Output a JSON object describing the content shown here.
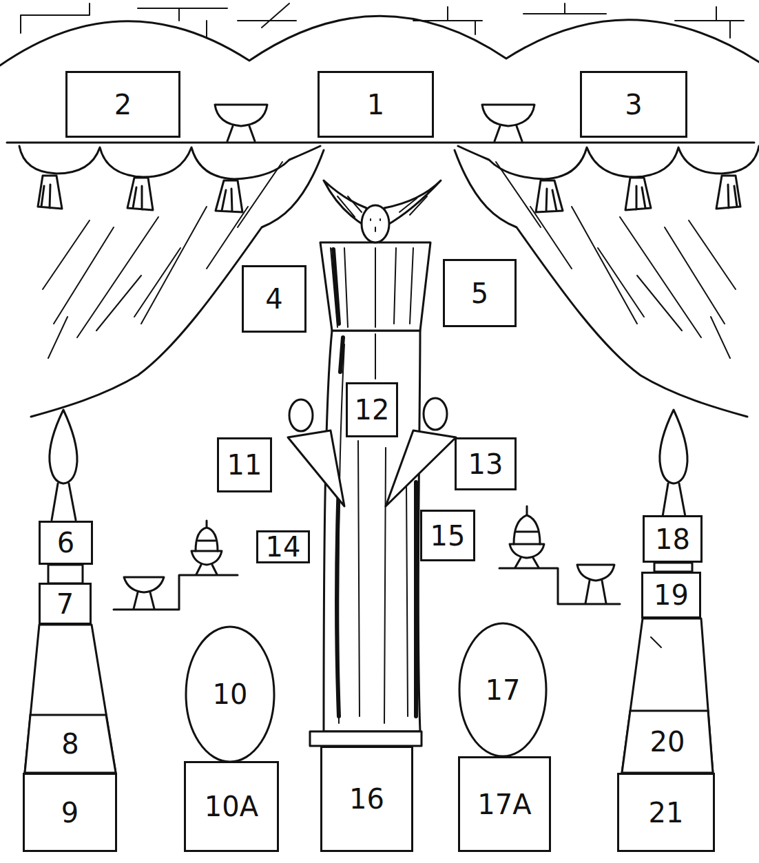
{
  "diagram": {
    "nodes": [
      {
        "text": [
          "1"
        ]
      },
      {
        "text": [
          "2"
        ]
      },
      {
        "text": [
          "3"
        ]
      },
      {
        "text": [
          "4"
        ]
      },
      {
        "text": [
          "5"
        ]
      },
      {
        "text": [
          "6"
        ]
      },
      {
        "text": [
          "7"
        ]
      },
      {
        "text": [
          "8"
        ]
      },
      {
        "text": [
          "9"
        ]
      },
      {
        "text": [
          "10"
        ]
      },
      {
        "text": [
          "10A"
        ]
      },
      {
        "text": [
          "11"
        ]
      },
      {
        "text": [
          "12"
        ]
      },
      {
        "text": [
          "13"
        ]
      },
      {
        "text": [
          "14"
        ]
      },
      {
        "text": [
          "15"
        ]
      },
      {
        "text": [
          "16"
        ]
      },
      {
        "text": [
          "17"
        ]
      },
      {
        "text": [
          "17A"
        ]
      },
      {
        "text": [
          "18"
        ]
      },
      {
        "text": [
          "19"
        ]
      },
      {
        "text": [
          "20"
        ]
      },
      {
        "text": [
          "21"
        ]
      }
    ]
  }
}
